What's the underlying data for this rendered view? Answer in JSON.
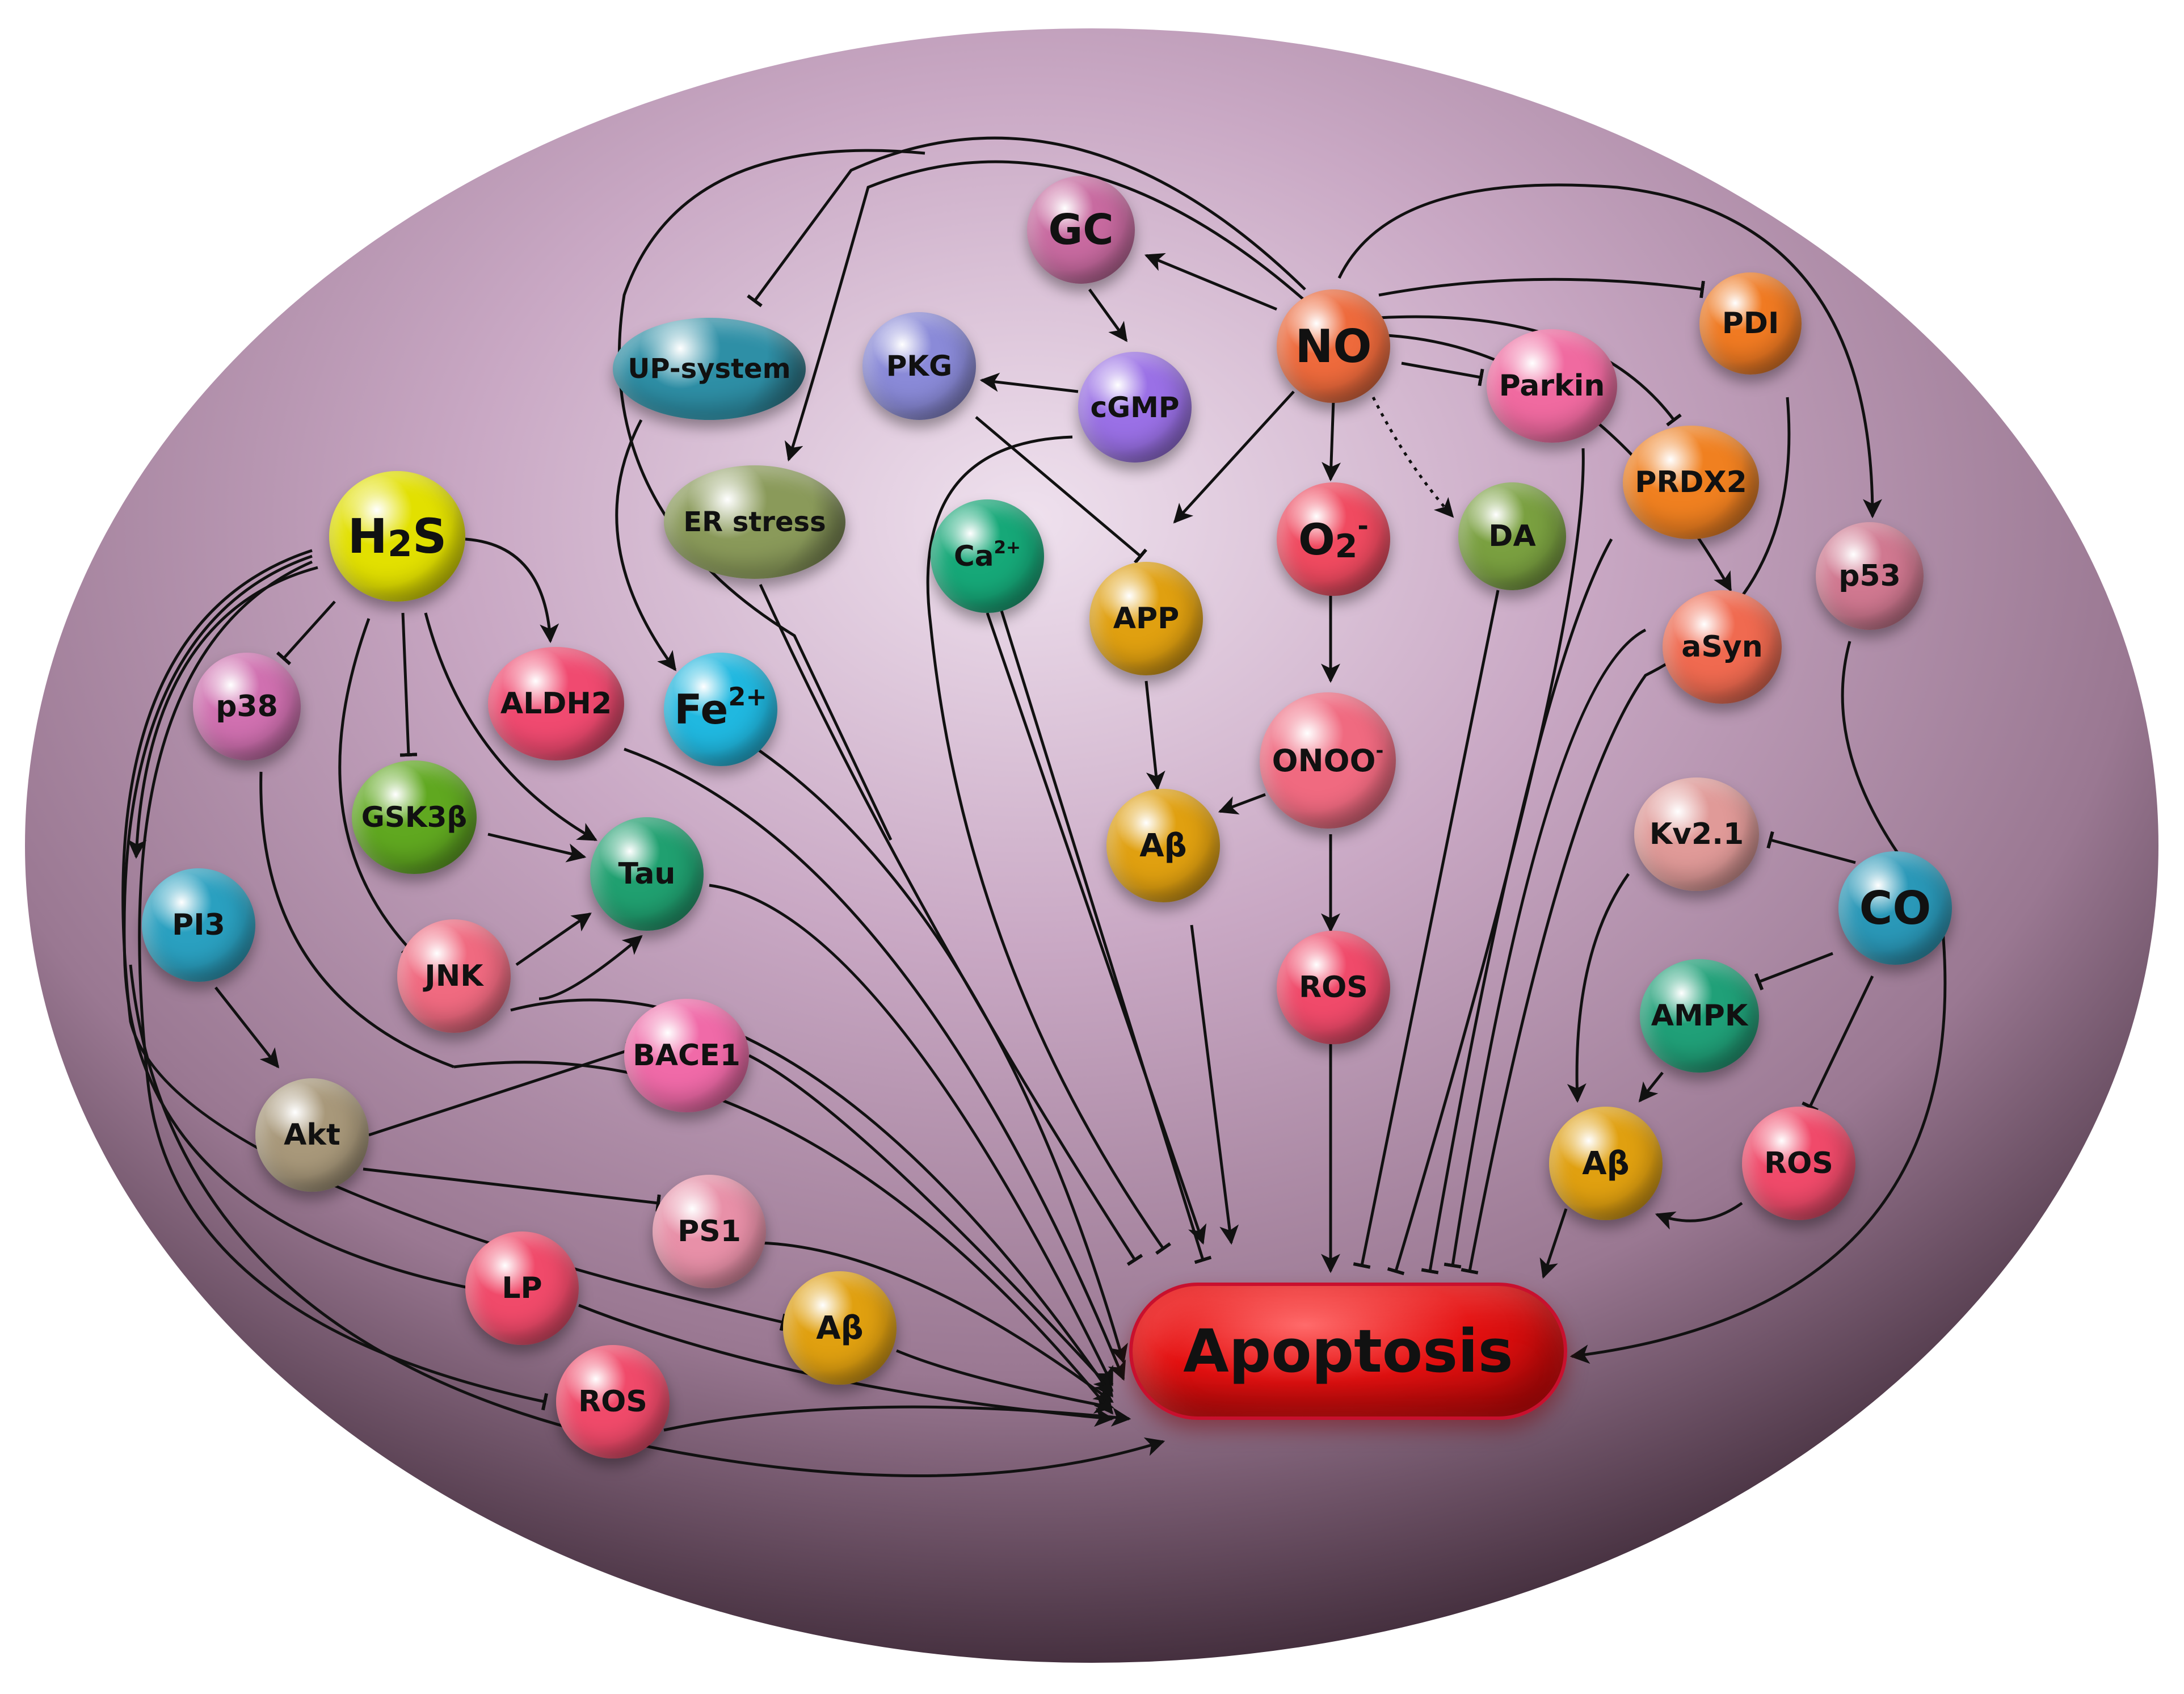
{
  "colors": {
    "background_outer": "#2e1c28",
    "background_mid": "#a88aa1",
    "background_center": "#efe1ee",
    "arrow": "#111111",
    "apoptosis_fill": "#e41010"
  },
  "nodes": {
    "GC": {
      "label": "GC",
      "color": "#c86aa0"
    },
    "NO": {
      "label": "NO",
      "color": "#ee6a3c"
    },
    "PDI": {
      "label": "PDI",
      "color": "#f07a22"
    },
    "UPsystem": {
      "label": "UP-system",
      "color": "#2e8fa6"
    },
    "PKG": {
      "label": "PKG",
      "color": "#8a8ad8"
    },
    "cGMP": {
      "label": "cGMP",
      "color": "#9a70e6"
    },
    "Parkin": {
      "label": "Parkin",
      "color": "#f06aa0"
    },
    "PRDX2": {
      "label": "PRDX2",
      "color": "#f08020"
    },
    "H2S": {
      "label": "H",
      "label_sub": "2",
      "label_tail": "S",
      "color": "#e2e000"
    },
    "ERstress": {
      "label": "ER stress",
      "color": "#8a9a5a"
    },
    "Ca": {
      "label": "Ca",
      "label_sup": "2+",
      "color": "#16a878"
    },
    "APP": {
      "label": "APP",
      "color": "#e0a010"
    },
    "O2": {
      "label": "O",
      "label_sub": "2",
      "label_sup": "-",
      "color": "#f04a60"
    },
    "DA": {
      "label": "DA",
      "color": "#7aa040"
    },
    "p53": {
      "label": "p53",
      "color": "#d07890"
    },
    "aSyn": {
      "label": "aSyn",
      "color": "#f06a50"
    },
    "p38": {
      "label": "p38",
      "color": "#d070b0"
    },
    "ALDH2": {
      "label": "ALDH2",
      "color": "#f04a70"
    },
    "Fe": {
      "label": "Fe",
      "label_sup": "2+",
      "color": "#20b8e0"
    },
    "ONOO": {
      "label": "ONOO",
      "label_sup": "-",
      "color": "#f06a80"
    },
    "GSK3b": {
      "label": "GSK3β",
      "color": "#60a820"
    },
    "Tau": {
      "label": "Tau",
      "color": "#20a070"
    },
    "Abeta1": {
      "label": "Aβ",
      "color": "#e0a010"
    },
    "Kv21": {
      "label": "Kv2.1",
      "color": "#e09a98"
    },
    "CO": {
      "label": "CO",
      "color": "#2a98b8"
    },
    "PI3": {
      "label": "PI3",
      "color": "#2aa0c0"
    },
    "JNK": {
      "label": "JNK",
      "color": "#f06a80"
    },
    "ROS1": {
      "label": "ROS",
      "color": "#f04a6a"
    },
    "AMPK": {
      "label": "AMPK",
      "color": "#20a078"
    },
    "BACE1": {
      "label": "BACE1",
      "color": "#f06aa8"
    },
    "Akt": {
      "label": "Akt",
      "color": "#a8987a"
    },
    "Abeta2": {
      "label": "Aβ",
      "color": "#e0a010"
    },
    "ROS2": {
      "label": "ROS",
      "color": "#f04a6a"
    },
    "PS1": {
      "label": "PS1",
      "color": "#e890a8"
    },
    "LP": {
      "label": "LP",
      "color": "#f04a6a"
    },
    "Abeta3": {
      "label": "Aβ",
      "color": "#e0a010"
    },
    "ROS3": {
      "label": "ROS",
      "color": "#f04a6a"
    }
  },
  "apoptosis": {
    "label": "Apoptosis"
  }
}
